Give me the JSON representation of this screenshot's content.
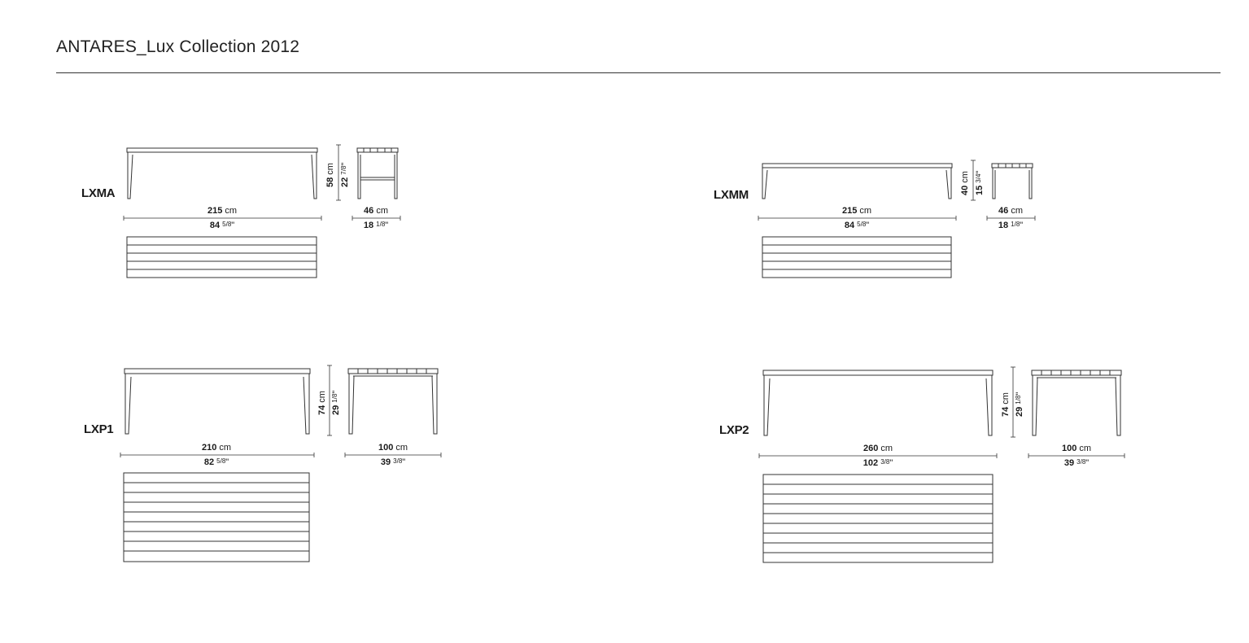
{
  "header": {
    "title": "ANTARES_Lux Collection  2012"
  },
  "products": [
    {
      "code": "LXMA",
      "length_cm": "215",
      "length_in": "84",
      "length_in_frac": "5/8",
      "depth_cm": "46",
      "depth_in": "18",
      "depth_in_frac": "1/8",
      "height_cm": "58",
      "height_in": "22",
      "height_in_frac": "7/8",
      "unit_cm": "cm",
      "inch_mark": "\""
    },
    {
      "code": "LXMM",
      "length_cm": "215",
      "length_in": "84",
      "length_in_frac": "5/8",
      "depth_cm": "46",
      "depth_in": "18",
      "depth_in_frac": "1/8",
      "height_cm": "40",
      "height_in": "15",
      "height_in_frac": "3/4",
      "unit_cm": "cm",
      "inch_mark": "\""
    },
    {
      "code": "LXP1",
      "length_cm": "210",
      "length_in": "82",
      "length_in_frac": "5/8",
      "depth_cm": "100",
      "depth_in": "39",
      "depth_in_frac": "3/8",
      "height_cm": "74",
      "height_in": "29",
      "height_in_frac": "1/8",
      "unit_cm": "cm",
      "inch_mark": "\""
    },
    {
      "code": "LXP2",
      "length_cm": "260",
      "length_in": "102",
      "length_in_frac": "3/8",
      "depth_cm": "100",
      "depth_in": "39",
      "depth_in_frac": "3/8",
      "height_cm": "74",
      "height_in": "29",
      "height_in_frac": "1/8",
      "unit_cm": "cm",
      "inch_mark": "\""
    }
  ]
}
